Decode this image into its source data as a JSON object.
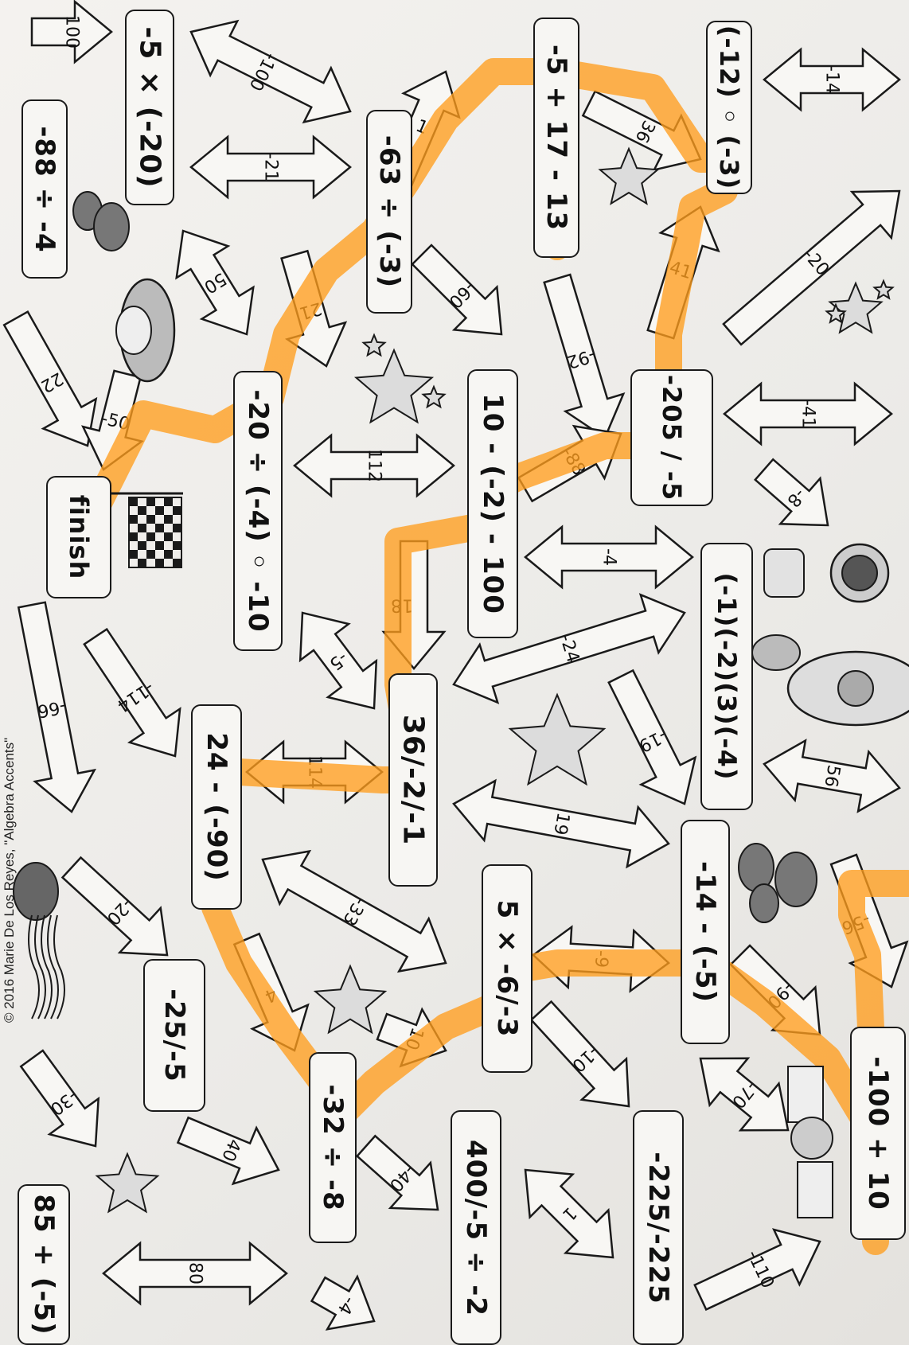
{
  "copyright": "© 2016 Marie De Los Reyes, \"Algebra Accents\"",
  "colors": {
    "highlight": "#ff9d1e",
    "ink": "#1a1a1a",
    "paper": "#f4f2ef"
  },
  "boxes": [
    {
      "id": "box-neg5-times-neg20",
      "text": "-5 ⨯ (-20)"
    },
    {
      "id": "box-neg88-div-neg4",
      "text": "-88 ÷ -4"
    },
    {
      "id": "box-neg63-div-neg3",
      "text": "-63 ÷ (-3)"
    },
    {
      "id": "box-neg5-plus-17-minus-13",
      "text": "-5 + 17 - 13"
    },
    {
      "id": "box-neg12-times-neg3",
      "text": "(-12) ◦ (-3)"
    },
    {
      "id": "box-neg20-div-neg4-times-neg10",
      "text": "-20 ÷ (-4) ◦ -10"
    },
    {
      "id": "box-10-minus-neg2-minus-100",
      "text": "10 - (-2) - 100"
    },
    {
      "id": "box-neg205-over-neg5",
      "text": "-205 / -5"
    },
    {
      "id": "box-finish",
      "text": "finish"
    },
    {
      "id": "box-product-neg1-neg2-3-neg4",
      "text": "(-1)(-2)(3)(-4)"
    },
    {
      "id": "box-24-minus-neg90",
      "text": "24 - (-90)"
    },
    {
      "id": "box-36-div-neg2-div-neg1",
      "text": "36/-2/-1"
    },
    {
      "id": "box-5-times-neg6-div-neg3",
      "text": "5 ⨯ -6/-3"
    },
    {
      "id": "box-neg14-minus-neg5",
      "text": "-14 - (-5)"
    },
    {
      "id": "box-neg25-div-neg5",
      "text": "-25/-5"
    },
    {
      "id": "box-neg32-div-neg8",
      "text": "-32 ÷ -8"
    },
    {
      "id": "box-400-div-neg5-div-neg2",
      "text": "400/-5 ÷ -2"
    },
    {
      "id": "box-neg225-div-neg225",
      "text": "-225/-225"
    },
    {
      "id": "box-neg100-plus-10",
      "text": "-100 + 10"
    },
    {
      "id": "box-85-plus-neg5",
      "text": "85 + (-5)"
    }
  ],
  "arrow_labels": [
    "100",
    "-100",
    "-21",
    "50",
    "22",
    "-50",
    "21",
    "1",
    "36",
    "41",
    "-60",
    "-92",
    "112",
    "-88",
    "-41",
    "-8",
    "-20",
    "-14",
    "-4",
    "18",
    "-5",
    "-114",
    "-24",
    "-19",
    "-66",
    "114",
    "56",
    "19",
    "-33",
    "-9",
    "-20",
    "-56",
    "4",
    "10",
    "-90",
    "-10",
    "-30",
    "40",
    "-40",
    "-70",
    "80",
    "1",
    "-110",
    "-4"
  ],
  "pictures": [
    "ufo-icon",
    "asteroid-icon",
    "star-icon",
    "flag-icon",
    "robot-icon",
    "rocket-icon",
    "comet-icon",
    "satellite-icon"
  ]
}
